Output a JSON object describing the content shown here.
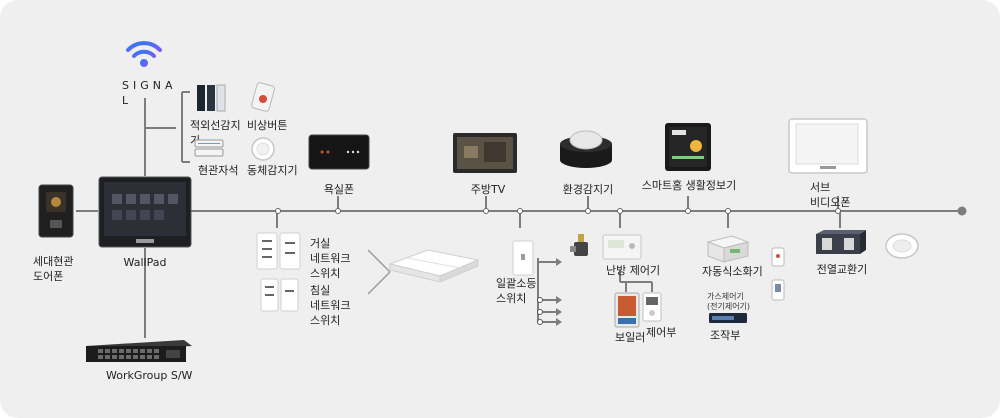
{
  "signal": {
    "text": "SIGNA L"
  },
  "devices": {
    "infrared_sensor": "적외선감지기",
    "emergency_button": "비상버튼",
    "entrance_magnet": "현관자석",
    "motion_sensor": "동체감지기",
    "door_phone": "세대현관\n도어폰",
    "wallpad": "WallPad",
    "workgroup_switch": "WorkGroup S/W",
    "bathroom_phone": "욕실폰",
    "kitchen_tv": "주방TV",
    "env_sensor": "환경감지기",
    "smarthome_info": "스마트홈 생활정보기",
    "sub_videophone": "서브\n비디오폰",
    "living_switch": "거실\n네트워크\n스위치",
    "bedroom_switch": "침실\n네트워크\n스위치",
    "bulk_off_switch": "일괄소등\n스위치",
    "heating_controller": "난방 제어기",
    "boiler": "보일러",
    "control_unit_a": "제어부",
    "auto_fire": "자동식소화기",
    "gas_controller": "가스제어기\n(전기제어기)",
    "operation_unit": "조작부",
    "heat_exchanger": "전열교환기"
  },
  "colors": {
    "panel": "#efefef",
    "wire": "#7d7d7d",
    "signal_blue": "#2f7bf5",
    "signal_purple": "#7b5cf0"
  }
}
